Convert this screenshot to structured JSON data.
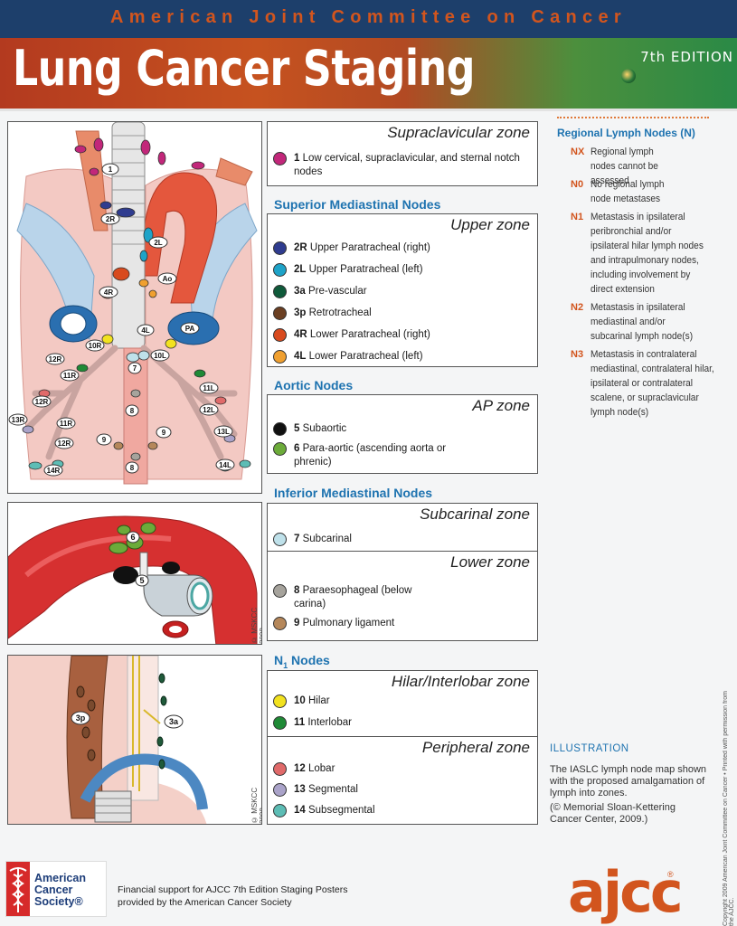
{
  "header": {
    "org": "American Joint Committee on Cancer",
    "title": "Lung Cancer Staging",
    "edition": "7th EDITION"
  },
  "illustration1": {
    "labels": [
      "1",
      "2R",
      "2L",
      "4R",
      "Ao",
      "4L",
      "PA",
      "10R",
      "7",
      "10L",
      "12R",
      "11R",
      "11L",
      "12R",
      "13R",
      "11R",
      "12L",
      "12R",
      "14R",
      "8",
      "9",
      "9",
      "13L",
      "14L",
      "8"
    ]
  },
  "illustration2": {
    "labels": [
      "6",
      "5"
    ],
    "copyright": "© MSKCC 2008"
  },
  "illustration3": {
    "labels": [
      "3p",
      "3a"
    ],
    "copyright": "© MSKCC 2008"
  },
  "zones": {
    "supraclavicular": {
      "title": "Supraclavicular zone",
      "items": [
        {
          "num": "1",
          "text": " Low cervical, supraclavicular, and sternal notch nodes",
          "color": "#c2277a"
        }
      ]
    },
    "superior_heading": "Superior Mediastinal Nodes",
    "upper": {
      "title": "Upper zone",
      "items": [
        {
          "num": "2R",
          "text": " Upper Paratracheal (right)",
          "color": "#2f3c8f"
        },
        {
          "num": "2L",
          "text": " Upper Paratracheal (left)",
          "color": "#1ea3c8"
        },
        {
          "num": "3a",
          "text": " Pre-vascular",
          "color": "#0f5a3a"
        },
        {
          "num": "3p",
          "text": " Retrotracheal",
          "color": "#6b3f22"
        },
        {
          "num": "4R",
          "text": " Lower Paratracheal (right)",
          "color": "#d84a1e"
        },
        {
          "num": "4L",
          "text": " Lower Paratracheal (left)",
          "color": "#f0a030"
        }
      ]
    },
    "aortic_heading": "Aortic Nodes",
    "ap": {
      "title": "AP zone",
      "items": [
        {
          "num": "5",
          "text": " Subaortic",
          "color": "#111111"
        },
        {
          "num": "6",
          "text": " Para-aortic (ascending aorta or phrenic)",
          "color": "#6cab3a"
        }
      ]
    },
    "inferior_heading": "Inferior Mediastinal Nodes",
    "subcarinal": {
      "title": "Subcarinal zone",
      "items": [
        {
          "num": "7",
          "text": " Subcarinal",
          "color": "#bfe1ea"
        }
      ]
    },
    "lower": {
      "title": "Lower zone",
      "items": [
        {
          "num": "8",
          "text": " Paraesophageal (below carina)",
          "color": "#a6a39c"
        },
        {
          "num": "9",
          "text": " Pulmonary ligament",
          "color": "#b5875a"
        }
      ]
    },
    "n1_heading": "N",
    "n1_sub": "1",
    "n1_suffix": " Nodes",
    "hilar": {
      "title": "Hilar/Interlobar zone",
      "items": [
        {
          "num": "10",
          "text": " Hilar",
          "color": "#f2e21f"
        },
        {
          "num": "11",
          "text": " Interlobar",
          "color": "#1f8a36"
        }
      ]
    },
    "peripheral": {
      "title": "Peripheral zone",
      "items": [
        {
          "num": "12",
          "text": " Lobar",
          "color": "#e06a6a"
        },
        {
          "num": "13",
          "text": " Segmental",
          "color": "#aaa3c9"
        },
        {
          "num": "14",
          "text": " Subsegmental",
          "color": "#5dbdb5"
        }
      ]
    }
  },
  "regional": {
    "title": "Regional Lymph Nodes (N)",
    "items": [
      {
        "code": "NX",
        "text": "Regional lymph nodes cannot be assessed"
      },
      {
        "code": "N0",
        "text": "No regional lymph node metastases"
      },
      {
        "code": "N1",
        "text": "Metastasis in ipsilateral peribronchial and/or ipsilateral hilar lymph nodes and intrapulmonary nodes, including involvement by direct extension"
      },
      {
        "code": "N2",
        "text": "Metastasis in ipsilateral mediastinal and/or subcarinal lymph node(s)"
      },
      {
        "code": "N3",
        "text": "Metastasis in contralateral mediastinal, contralateral hilar, ipsilateral or contralateral scalene, or supraclavicular lymph node(s)"
      }
    ]
  },
  "illustration_note": {
    "heading": "ILLUSTRATION",
    "text": "The IASLC lymph node map shown with the proposed amalgamation of lymph into zones.",
    "credit": "(© Memorial Sloan-Kettering Cancer Center, 2009.)"
  },
  "side_copyright": "Copyright 2009 American Joint Committee on Cancer  •  Printed with permission from the AJCC.",
  "footer": {
    "acs_line1": "American",
    "acs_line2": "Cancer",
    "acs_line3": "Society",
    "financial": "Financial support  for AJCC 7th Edition Staging Posters",
    "financial2": "provided by the American Cancer Society",
    "ajcc": "ajcc"
  }
}
